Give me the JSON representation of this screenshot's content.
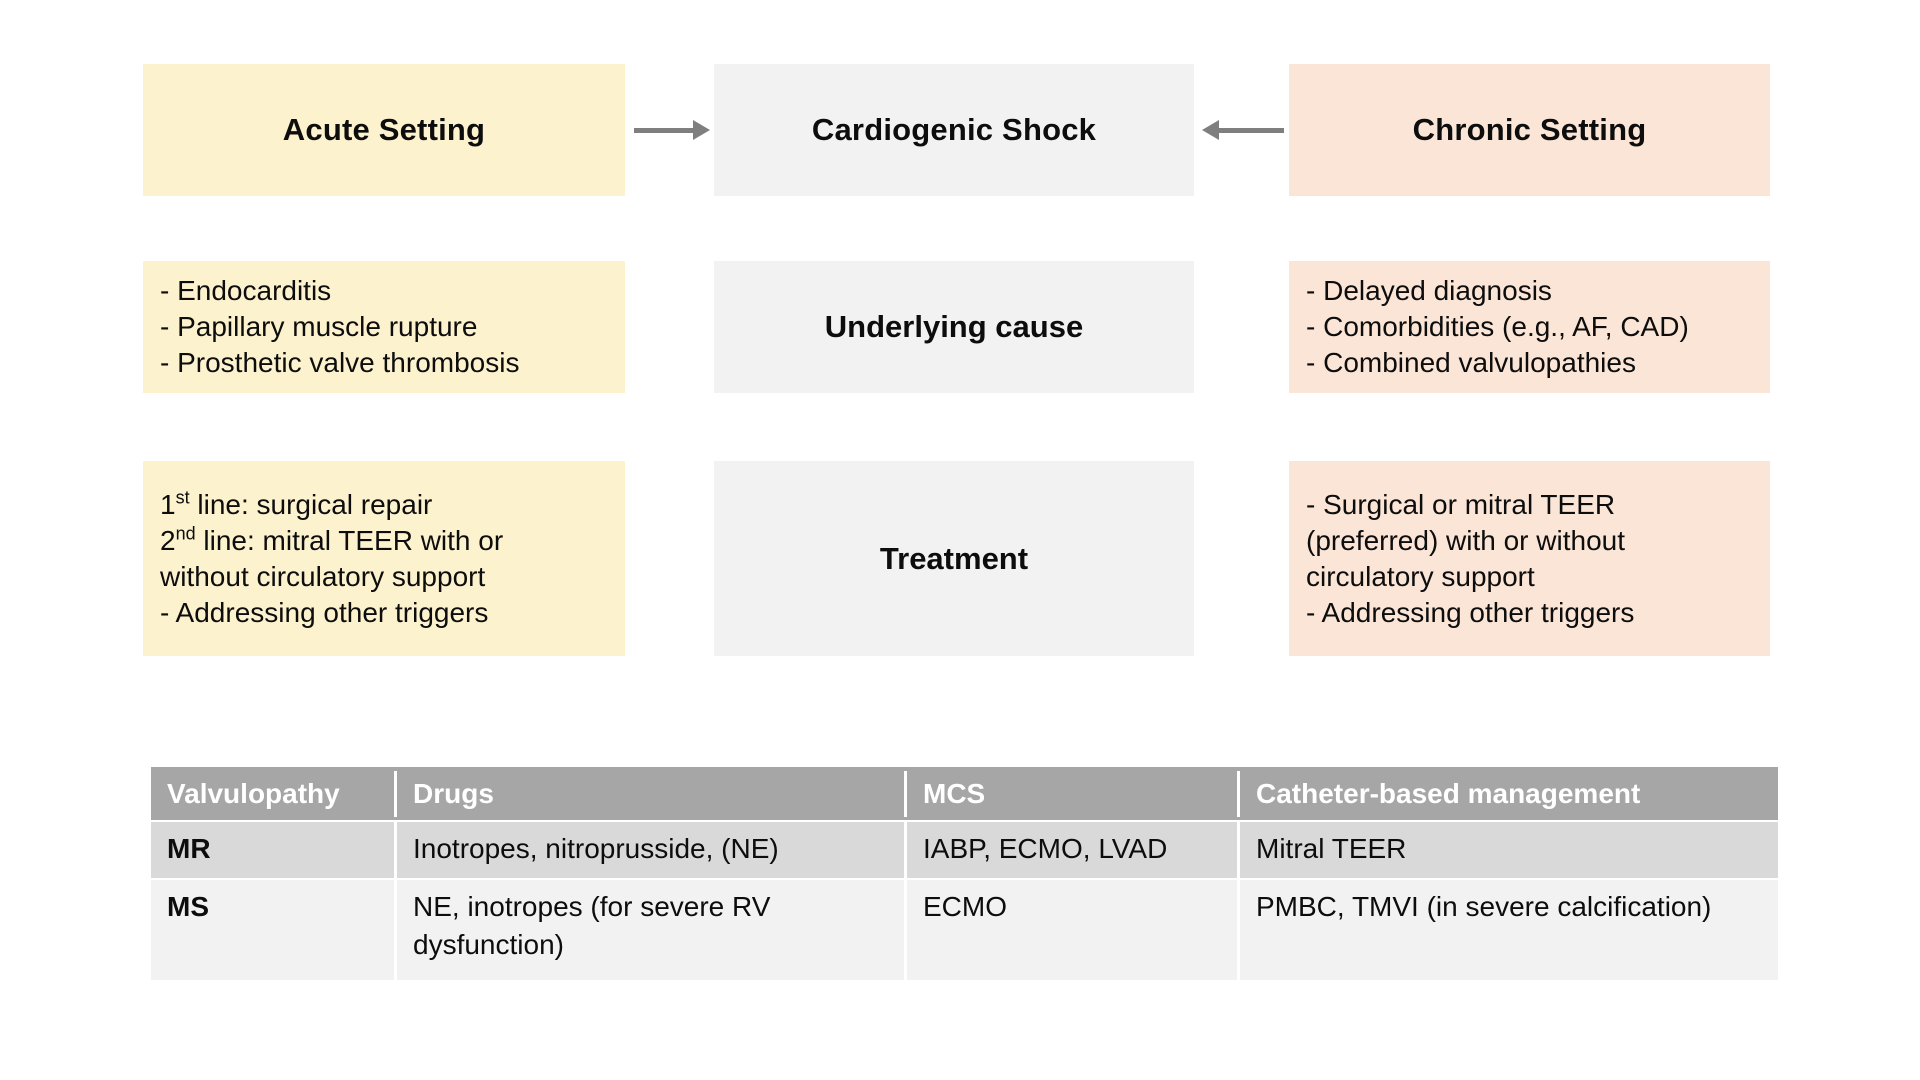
{
  "diagram": {
    "acute": {
      "title": "Acute Setting",
      "causes": [
        [
          {
            "text": "- Endocarditis"
          }
        ],
        [
          {
            "text": "- Papillary muscle rupture"
          }
        ],
        [
          {
            "text": "- Prosthetic valve thrombosis"
          }
        ]
      ],
      "treatment": [
        [
          {
            "text": "1"
          },
          {
            "text": "st",
            "sup": true
          },
          {
            "text": " line: surgical repair"
          }
        ],
        [
          {
            "text": "2"
          },
          {
            "text": "nd",
            "sup": true
          },
          {
            "text": " line: mitral TEER with or"
          }
        ],
        [
          {
            "text": "without circulatory support"
          }
        ],
        [
          {
            "text": "- Addressing other triggers"
          }
        ]
      ]
    },
    "center": {
      "title": "Cardiogenic Shock",
      "underlying_label": "Underlying cause",
      "treatment_label": "Treatment"
    },
    "chronic": {
      "title": "Chronic Setting",
      "causes": [
        [
          {
            "text": "- Delayed diagnosis"
          }
        ],
        [
          {
            "text": "- Comorbidities (e.g., AF, CAD)"
          }
        ],
        [
          {
            "text": "- Combined valvulopathies"
          }
        ]
      ],
      "treatment": [
        [
          {
            "text": "- Surgical or mitral TEER"
          }
        ],
        [
          {
            "text": "(preferred) with or without"
          }
        ],
        [
          {
            "text": "circulatory support"
          }
        ],
        [
          {
            "text": "- Addressing other triggers"
          }
        ]
      ]
    }
  },
  "table": {
    "headers": [
      "Valvulopathy",
      "Drugs",
      "MCS",
      "Catheter-based management"
    ],
    "rows": [
      [
        "MR",
        "Inotropes, nitroprusside, (NE)",
        "IABP, ECMO, LVAD",
        "Mitral TEER"
      ],
      [
        "MS",
        "NE, inotropes (for severe RV dysfunction)",
        "ECMO",
        "PMBC, TMVI (in severe calcification)"
      ]
    ]
  },
  "colors": {
    "acute_bg": "#FDF2CE",
    "chronic_bg": "#FBE5D6",
    "center_bg": "#F2F2F2",
    "table_header_bg": "#A6A6A6",
    "table_row_odd_bg": "#D9D9D9",
    "table_row_even_bg": "#F2F2F2",
    "arrow": "#7F7F7F"
  }
}
